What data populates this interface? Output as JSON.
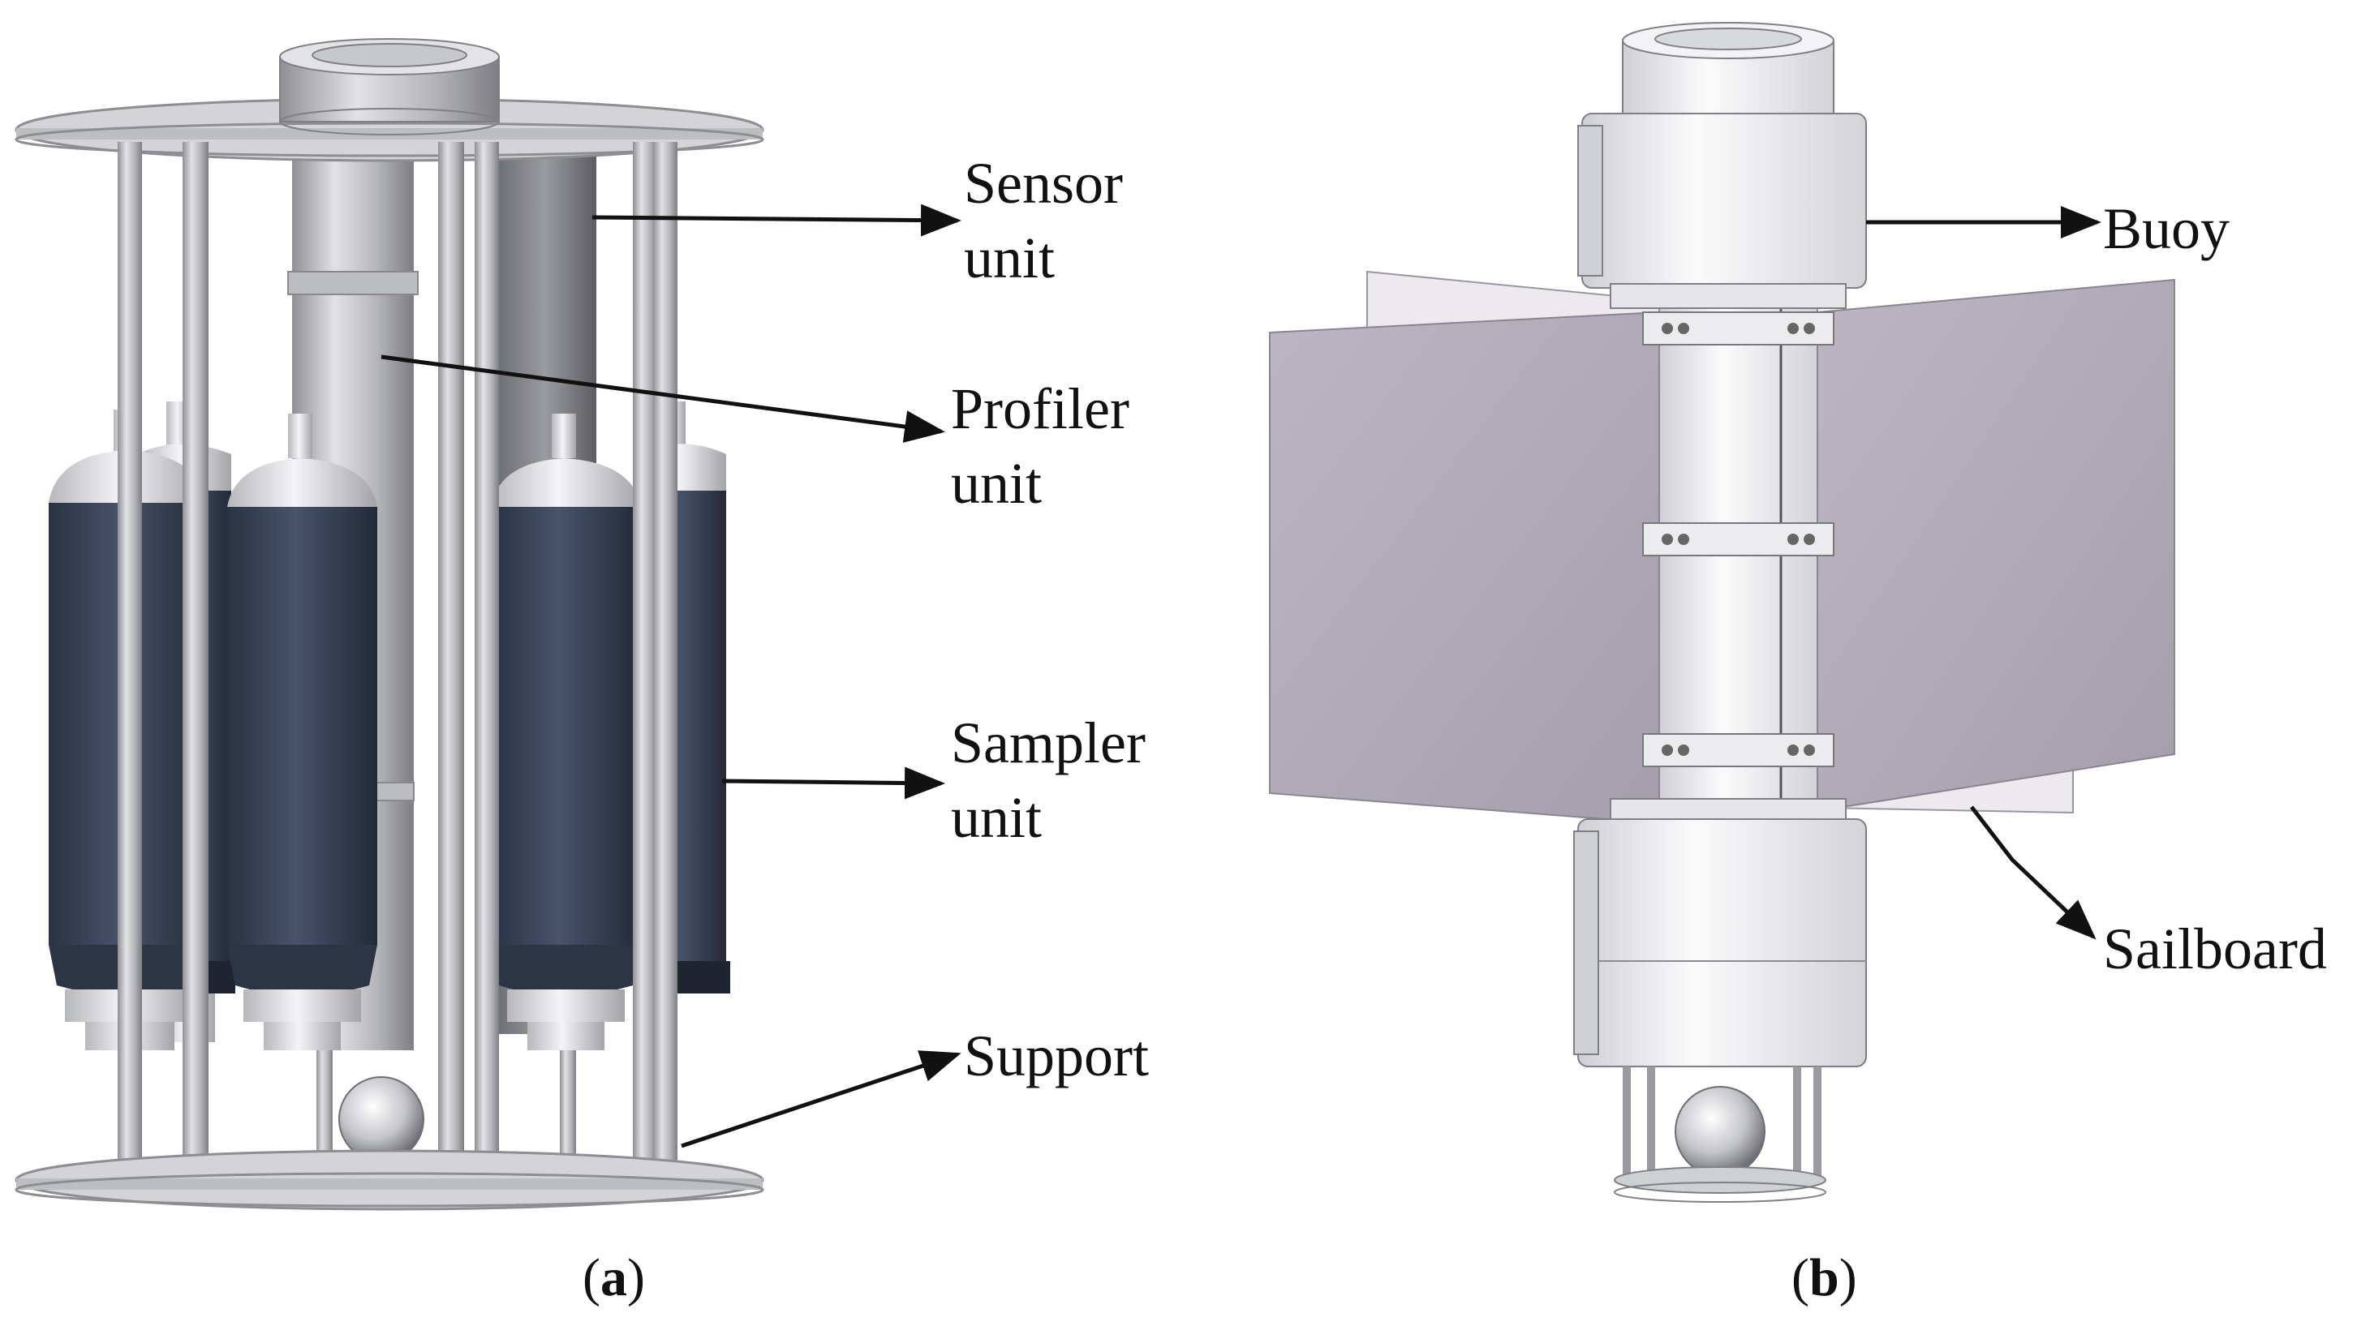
{
  "panel_a": {
    "labels": {
      "sensor": [
        "Sensor",
        "unit"
      ],
      "profiler": [
        "Profiler",
        "unit"
      ],
      "sampler": [
        "Sampler",
        "unit"
      ],
      "support": [
        "Support"
      ]
    },
    "caption": {
      "open": "(",
      "letter": "a",
      "close": ")"
    }
  },
  "panel_b": {
    "labels": {
      "buoy": [
        "Buoy"
      ],
      "sailboard": [
        "Sailboard"
      ]
    },
    "caption": {
      "open": "(",
      "letter": "b",
      "close": ")"
    }
  },
  "colors": {
    "sampler_body": "#3a4457",
    "metal": "#c9c9cc",
    "sail": "#b2abb8",
    "buoy": "#f1f1f3",
    "arrow": "#111111"
  }
}
